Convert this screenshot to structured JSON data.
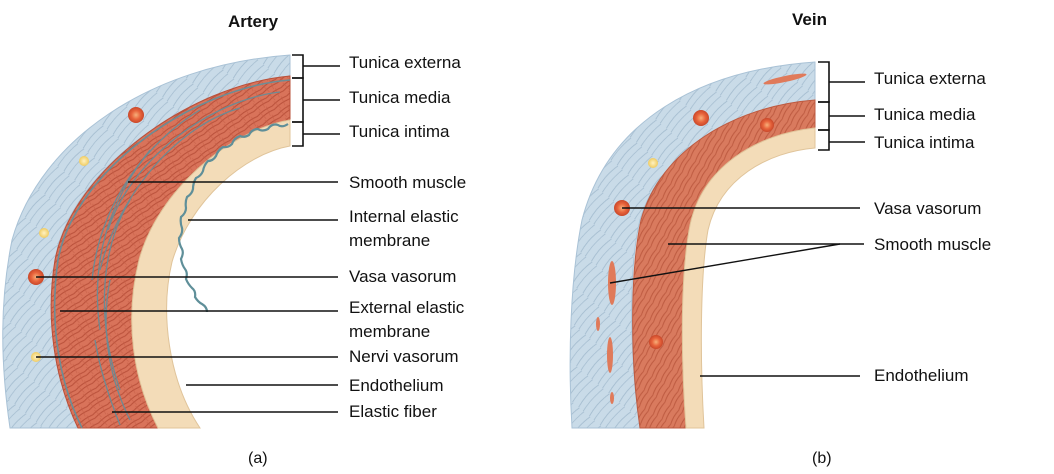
{
  "artery": {
    "title": "Artery",
    "caption": "(a)",
    "labels": {
      "tunica_externa": "Tunica externa",
      "tunica_media": "Tunica media",
      "tunica_intima": "Tunica intima",
      "smooth_muscle": "Smooth muscle",
      "internal_elastic_1": "Internal elastic",
      "internal_elastic_2": "membrane",
      "vasa_vasorum": "Vasa vasorum",
      "external_elastic_1": "External elastic",
      "external_elastic_2": "membrane",
      "nervi_vasorum": "Nervi vasorum",
      "endothelium": "Endothelium",
      "elastic_fiber": "Elastic fiber"
    }
  },
  "vein": {
    "title": "Vein",
    "caption": "(b)",
    "labels": {
      "tunica_externa": "Tunica externa",
      "tunica_media": "Tunica media",
      "tunica_intima": "Tunica intima",
      "vasa_vasorum": "Vasa vasorum",
      "smooth_muscle": "Smooth muscle",
      "endothelium": "Endothelium"
    }
  },
  "colors": {
    "externa": "#c9dbe8",
    "muscle": "#d9735a",
    "intima": "#f3dcb8",
    "elastic": "#5f8f99",
    "vessel": "#e8643c",
    "nerve": "#f3d67a"
  }
}
